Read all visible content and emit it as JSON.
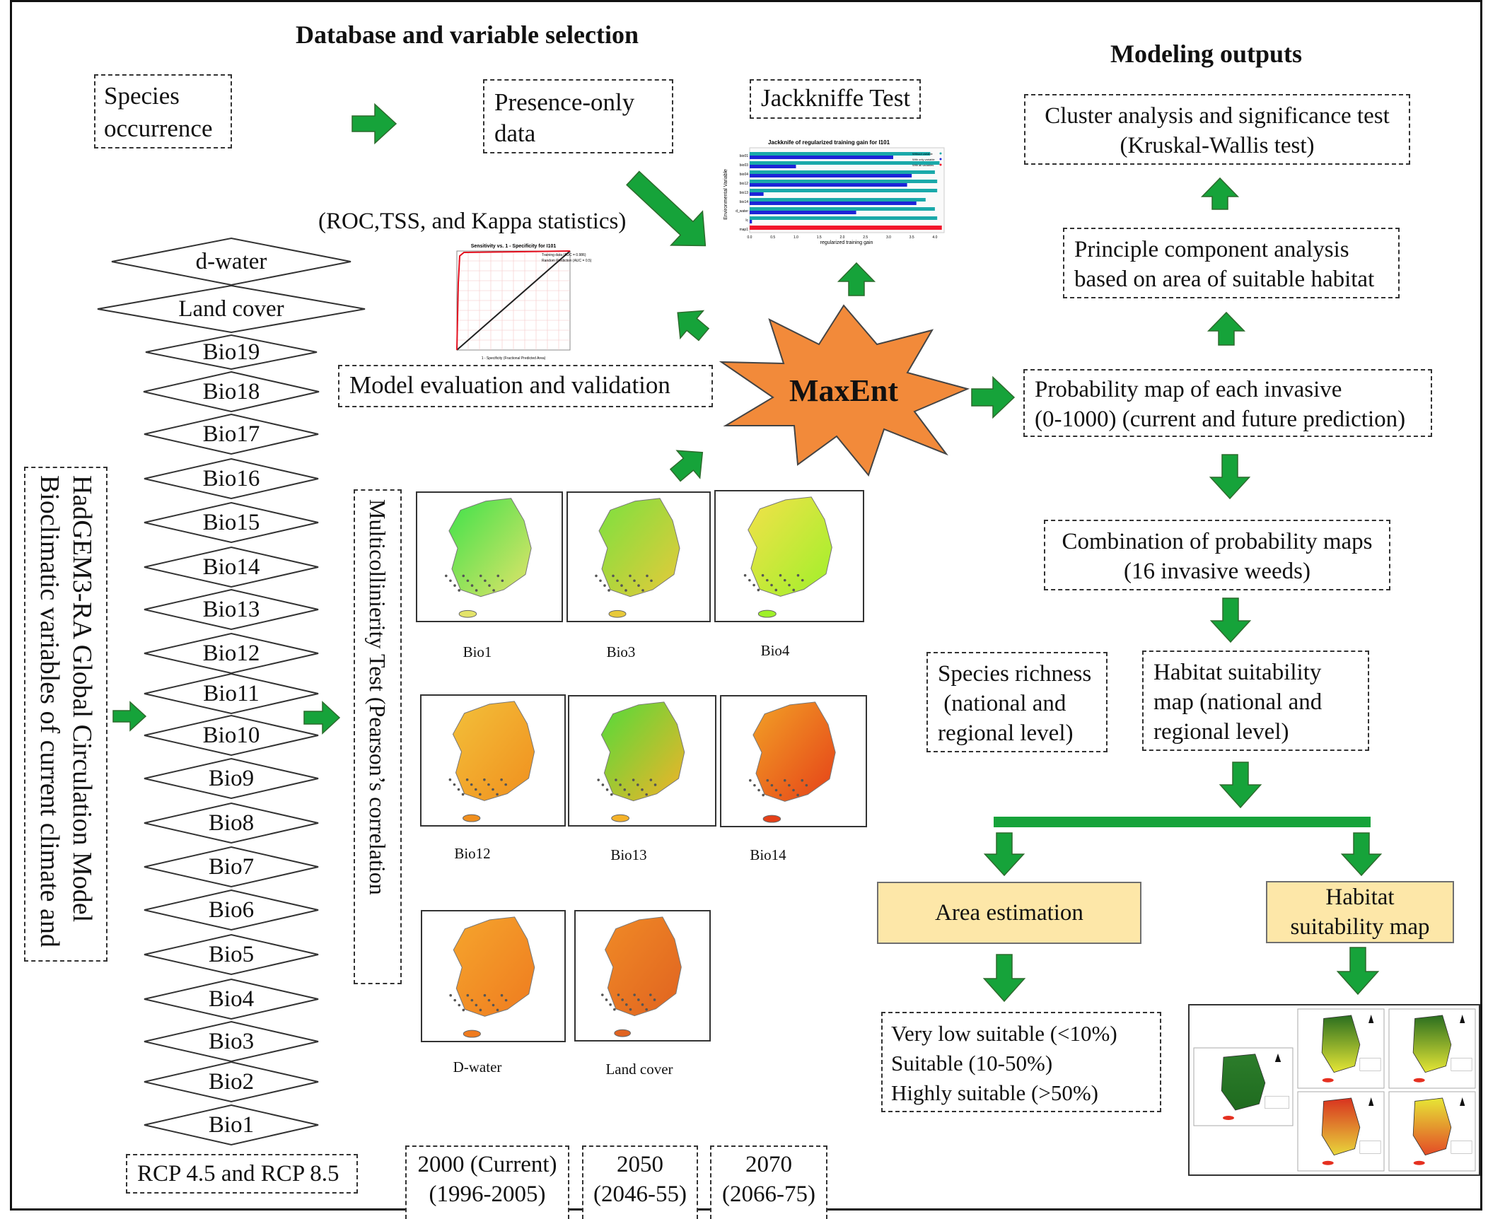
{
  "headings": {
    "left": "Database and variable selection",
    "right": "Modeling outputs"
  },
  "boxes": {
    "species_occurrence": [
      "Species",
      "occurrence"
    ],
    "presence_only": [
      "Presence-only",
      "data"
    ],
    "jackknife": "Jackkniffe Test",
    "roc_caption": "(ROC,TSS,  and Kappa statistics)",
    "model_eval": "Model evaluation and validation",
    "maxent": "MaxEnt",
    "cluster": [
      "Cluster analysis and significance test",
      "(Kruskal-Wallis test)"
    ],
    "pca": [
      "Principle component analysis",
      "based on area of suitable habitat"
    ],
    "probability": [
      "Probability map of each invasive",
      "(0-1000) (current and future prediction)"
    ],
    "combination": [
      "Combination of probability maps",
      "(16 invasive weeds)"
    ],
    "richness": [
      "Species richness",
      " (national and",
      "regional level)"
    ],
    "habitat_map_box": [
      "Habitat suitability",
      "map (national and",
      "regional level)"
    ],
    "area_estimation": "Area estimation",
    "habitat_suit_yellow": [
      "Habitat",
      "suitability map"
    ],
    "suitability_classes": [
      "Very low suitable (<10%)",
      "Suitable (10-50%)",
      "Highly suitable (>50%)"
    ],
    "bioclim_vertical": [
      "Bioclimatic variables of current climate and",
      "HadGEM3-RA Global Circulation Model"
    ],
    "multicol_vertical": "Multicollinierity Test (Pearson’s correlation",
    "rcp": "RCP 4.5 and RCP 8.5",
    "periods": [
      [
        "2000 (Current)",
        "(1996-2005)"
      ],
      [
        "2050",
        "(2046-55)"
      ],
      [
        "2070",
        "(2066-75)"
      ]
    ]
  },
  "variables": [
    "d-water",
    "Land cover",
    "Bio19",
    "Bio18",
    "Bio17",
    "Bio16",
    "Bio15",
    "Bio14",
    "Bio13",
    "Bio12",
    "Bio11",
    "Bio10",
    "Bio9",
    "Bio8",
    "Bio7",
    "Bio6",
    "Bio5",
    "Bio4",
    "Bio3",
    "Bio2",
    "Bio1"
  ],
  "map_captions": [
    "Bio1",
    "Bio3",
    "Bio4",
    "Bio12",
    "Bio13",
    "Bio14",
    "D-water",
    "Land cover"
  ],
  "jackknife_chart": {
    "title": "Jackknife of regularized training gain for I101",
    "xlabel": "regularized training gain",
    "ylabel": "Environmental Variable",
    "variables": [
      "bio01",
      "bio03",
      "bio04",
      "bio12",
      "bio13",
      "bio14",
      "d_water",
      "lc",
      "map1"
    ],
    "legend": [
      "Without variable",
      "With only variable",
      "With all variables"
    ],
    "ticks": [
      "0.0",
      "0.5",
      "1.0",
      "1.5",
      "2.0",
      "2.5",
      "3.0",
      "3.5",
      "4.0"
    ]
  },
  "roc_chart": {
    "title": "Sensitivity vs. 1 - Specificity for I101",
    "legend": [
      "Training data (AUC = 0.986)",
      "Random Prediction (AUC = 0.5)"
    ],
    "xlabel": "1 - Specificity (Fractional Predicted Area)"
  },
  "colors": {
    "arrow": "#16a33a",
    "star": "#f28a3a",
    "yellow": "#fde7a8",
    "bar_blue": "#1d24d8",
    "bar_teal": "#1aa9aa",
    "bar_red": "#f2162b"
  }
}
